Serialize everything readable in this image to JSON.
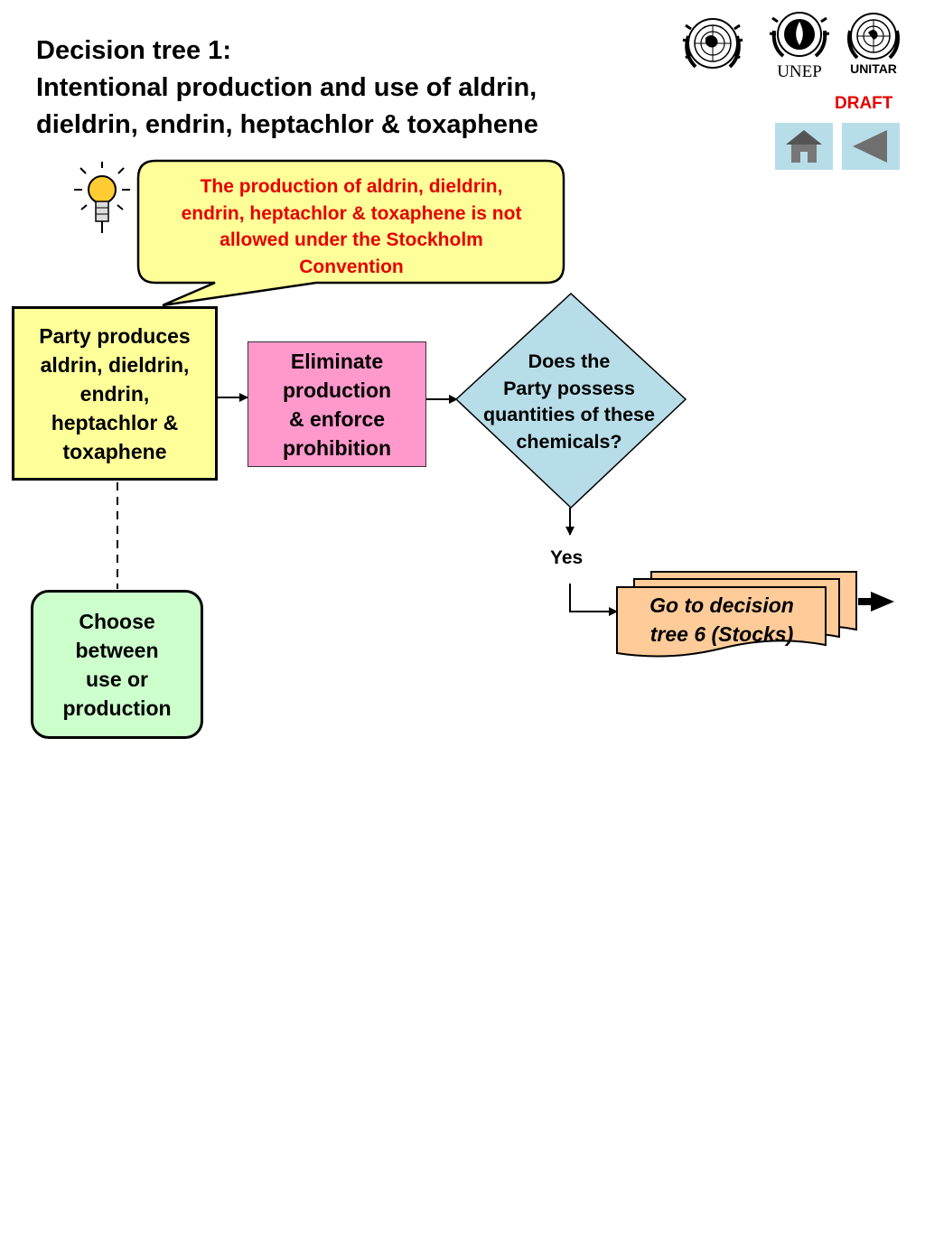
{
  "header": {
    "title_line1": "Decision tree 1:",
    "title_line2": "Intentional production and use of aldrin,",
    "title_line3": "dieldrin, endrin, heptachlor & toxaphene",
    "draft_label": "DRAFT",
    "logos": [
      "UNEP",
      "UNITAR"
    ]
  },
  "navigation": {
    "home_icon": "home-icon",
    "back_icon": "back-arrow-icon"
  },
  "tip": {
    "icon": "lightbulb-icon",
    "line1": "The production of aldrin, dieldrin,",
    "line2": "endrin, heptachlor & toxaphene is not",
    "line3": "allowed under the Stockholm",
    "line4": "Convention"
  },
  "nodes": {
    "party": {
      "line1": "Party produces",
      "line2": "aldrin, dieldrin,",
      "line3": "endrin,",
      "line4": "heptachlor &",
      "line5": "toxaphene"
    },
    "eliminate": {
      "line1": "Eliminate",
      "line2": "production",
      "line3": "& enforce",
      "line4": "prohibition"
    },
    "question": {
      "line1": "Does the",
      "line2": "Party possess",
      "line3": "quantities of these",
      "line4": "chemicals?"
    },
    "yes_label": "Yes",
    "goto": {
      "line1": "Go to decision",
      "line2": "tree 6 (Stocks)"
    },
    "choose": {
      "line1": "Choose",
      "line2": "between",
      "line3": "use or",
      "line4": "production"
    }
  },
  "colors": {
    "title_text": "#000000",
    "draft": "#e60000",
    "tip_text": "#e60000",
    "tip_fill": "#ffff99",
    "party_fill": "#ffff99",
    "eliminate_fill": "#ff99cc",
    "question_fill": "#b7dde8",
    "goto_fill": "#ffcc99",
    "choose_fill": "#ccffcc",
    "nav_fill": "#b7dde8"
  }
}
